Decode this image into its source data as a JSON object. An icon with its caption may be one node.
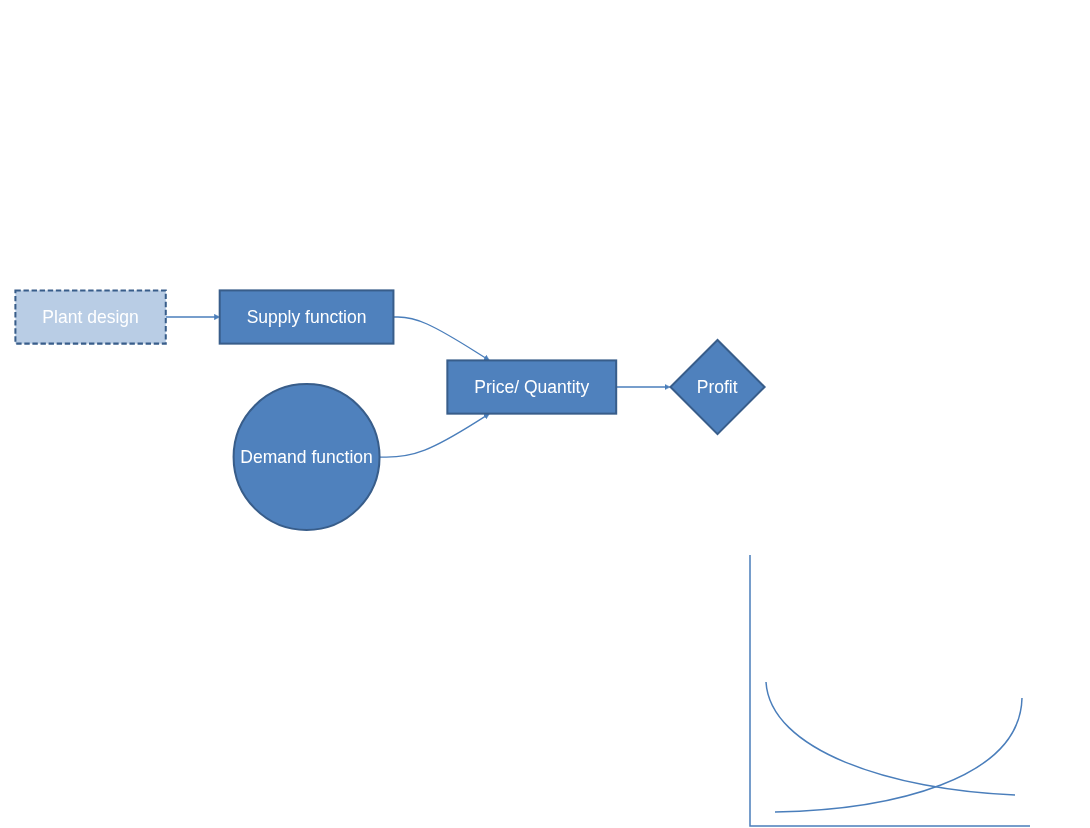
{
  "diagram": {
    "nodes": [
      {
        "text": [
          "Plant design"
        ]
      },
      {
        "text": [
          "Supply function"
        ]
      },
      {
        "text": [
          "Price/ Quantity"
        ]
      },
      {
        "text": [
          "Profit"
        ]
      },
      {
        "text": [
          "Demand function"
        ]
      }
    ],
    "edges": [
      {
        "from": 0,
        "to": 1,
        "arrow": "to"
      },
      {
        "from": 1,
        "to": 2,
        "arrow": "to"
      },
      {
        "from": 2,
        "to": 3,
        "arrow": "to"
      },
      {
        "from": 4,
        "to": 2,
        "arrow": "to"
      }
    ]
  }
}
